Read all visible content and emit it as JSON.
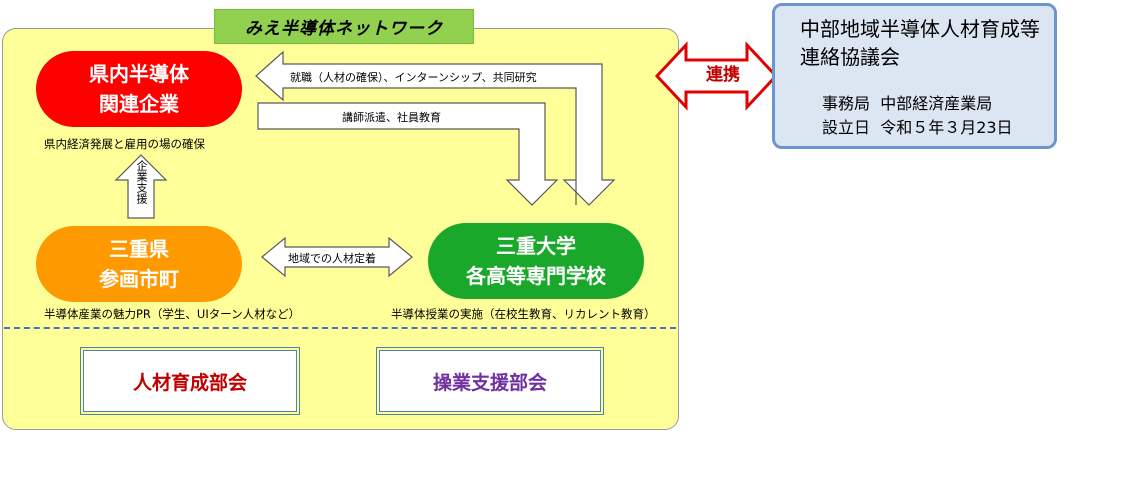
{
  "network": {
    "title": "みえ半導体ネットワーク"
  },
  "nodes": {
    "industry": {
      "line1": "県内半導体",
      "line2": "関連企業",
      "caption": "県内経済発展と雇用の場の確保"
    },
    "prefecture": {
      "line1": "三重県",
      "line2": "参画市町",
      "caption": "半導体産業の魅力PR（学生、UIターン人材など）"
    },
    "university": {
      "line1": "三重大学",
      "line2": "各高等専門学校",
      "caption": "半導体授業の実施（在校生教育、リカレント教育）"
    }
  },
  "arrows": {
    "employment": "就職（人材の確保）、インターンシップ、共同研究",
    "lecturers": "講師派遣、社員教育",
    "support": "企業支援",
    "retention": "地域での人材定着",
    "link": "連携"
  },
  "committees": {
    "hr": "人材育成部会",
    "ops": "操業支援部会"
  },
  "council": {
    "title": "中部地域半導体人材育成等連絡協議会",
    "office_label": "事務局",
    "office_value": "中部経済産業局",
    "established_label": "設立日",
    "established_value": "令和５年３月23日"
  },
  "colors": {
    "industry": "#ff0000",
    "prefecture": "#ff9900",
    "university": "#1aa82a",
    "panel": "#ffff99",
    "title_bg": "#92d050",
    "council_bg": "#dce6f2",
    "link_arrow": "#e00000"
  }
}
